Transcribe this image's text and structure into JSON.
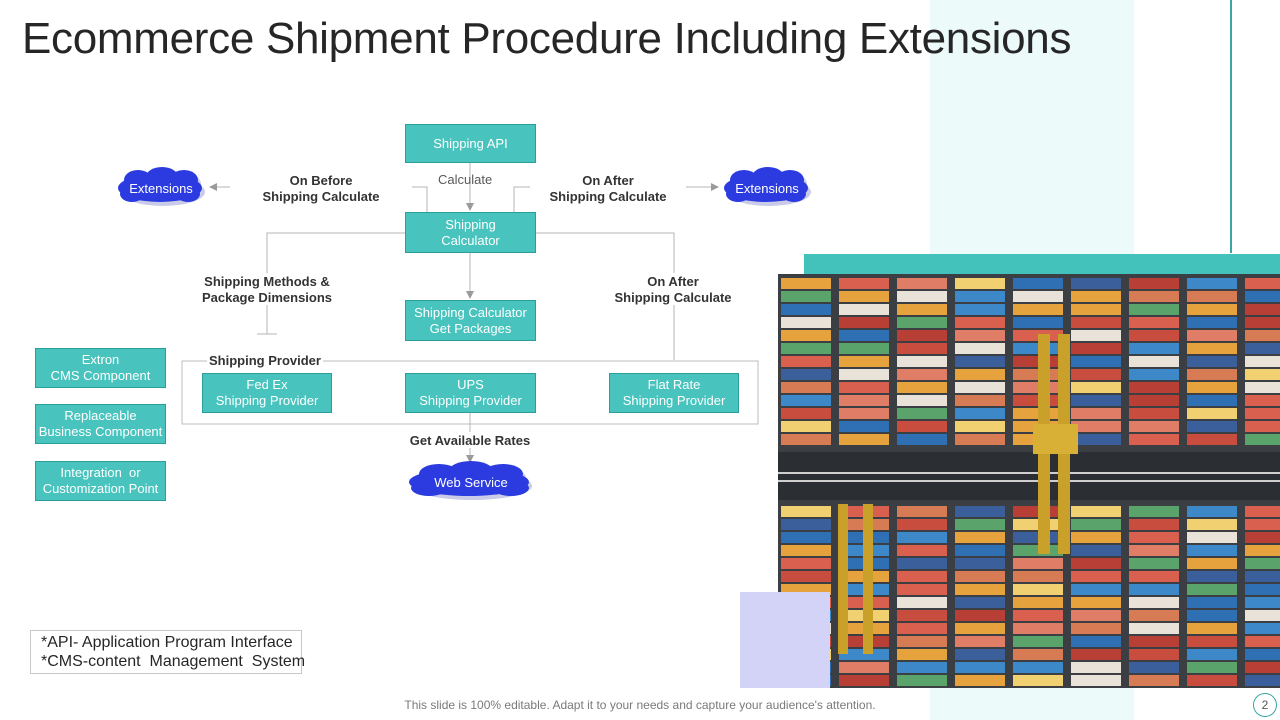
{
  "slide": {
    "title": "Ecommerce Shipment Procedure Including Extensions",
    "footer": "This slide is 100% editable. Adapt it to your needs and capture your audience's attention.",
    "page_number": "2"
  },
  "diagram": {
    "shipping_api": "Shipping API",
    "calculate_label": "Calculate",
    "shipping_calculator": [
      "Shipping",
      "Calculator"
    ],
    "on_before_label": [
      "On Before",
      "Shipping Calculate"
    ],
    "on_after_top_label": [
      "On After",
      "Shipping Calculate"
    ],
    "extensions_left": "Extensions",
    "extensions_right": "Extensions",
    "methods_label": [
      "Shipping Methods &",
      "Package Dimensions"
    ],
    "get_packages": [
      "Shipping Calculator",
      "Get Packages"
    ],
    "on_after_right_label": [
      "On After",
      "Shipping Calculate"
    ],
    "shipping_provider_label": "Shipping Provider",
    "fedex": [
      "Fed Ex",
      "Shipping Provider"
    ],
    "ups": [
      "UPS",
      "Shipping Provider"
    ],
    "flat_rate": [
      "Flat Rate",
      "Shipping Provider"
    ],
    "get_rates_label": "Get Available Rates",
    "web_service": "Web Service"
  },
  "components": [
    [
      "Extron",
      "CMS Component"
    ],
    [
      "Replaceable",
      "Business Component"
    ],
    [
      "Integration  or",
      "Customization Point"
    ]
  ],
  "legend": [
    "*API- Application Program Interface",
    "*CMS-content  Management  System"
  ],
  "colors": {
    "box_fill": "#48c3bd",
    "cloud_fill": "#2b3be0",
    "accent": "#43c1bb",
    "lavender": "#d3d3f7"
  }
}
